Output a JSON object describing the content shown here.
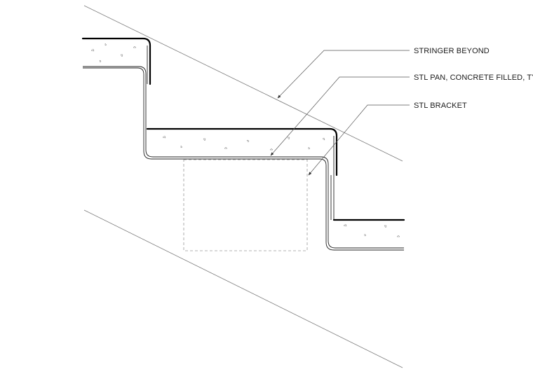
{
  "callouts": [
    {
      "id": "stringer",
      "label": "STRINGER BEYOND"
    },
    {
      "id": "pan",
      "label": "STL PAN, CONCRETE FILLED, TYP."
    },
    {
      "id": "bracket",
      "label": "STL BRACKET"
    }
  ],
  "colors": {
    "line": "#000000",
    "leader": "#555555",
    "hidden": "#9a9a9a",
    "background": "#ffffff"
  }
}
